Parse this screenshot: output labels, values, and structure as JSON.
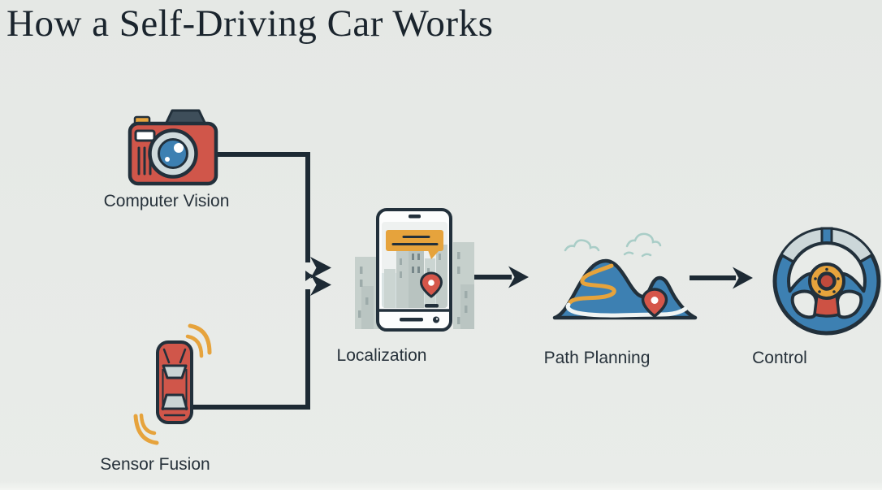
{
  "title": "How a Self-Driving Car Works",
  "nodes": [
    {
      "id": "computer-vision",
      "label": "Computer Vision",
      "icon": "camera-icon"
    },
    {
      "id": "sensor-fusion",
      "label": "Sensor Fusion",
      "icon": "car-sensor-icon"
    },
    {
      "id": "localization",
      "label": "Localization",
      "icon": "city-map-phone-icon"
    },
    {
      "id": "path-planning",
      "label": "Path Planning",
      "icon": "mountain-route-icon"
    },
    {
      "id": "control",
      "label": "Control",
      "icon": "steering-wheel-icon"
    }
  ],
  "edges": [
    {
      "from": "computer-vision",
      "to": "localization"
    },
    {
      "from": "sensor-fusion",
      "to": "localization"
    },
    {
      "from": "localization",
      "to": "path-planning"
    },
    {
      "from": "path-planning",
      "to": "control"
    }
  ],
  "colors": {
    "background": "#e8ebe8",
    "outline": "#22303b",
    "connector": "#1d2a34",
    "red": "#d0564a",
    "orange": "#e6a33c",
    "blue": "#3d80b2",
    "light_gray": "#ccd7d9",
    "building_gray": "#c6d0cc",
    "cloud_teal": "#a9cdc7",
    "text": "#26313a"
  }
}
